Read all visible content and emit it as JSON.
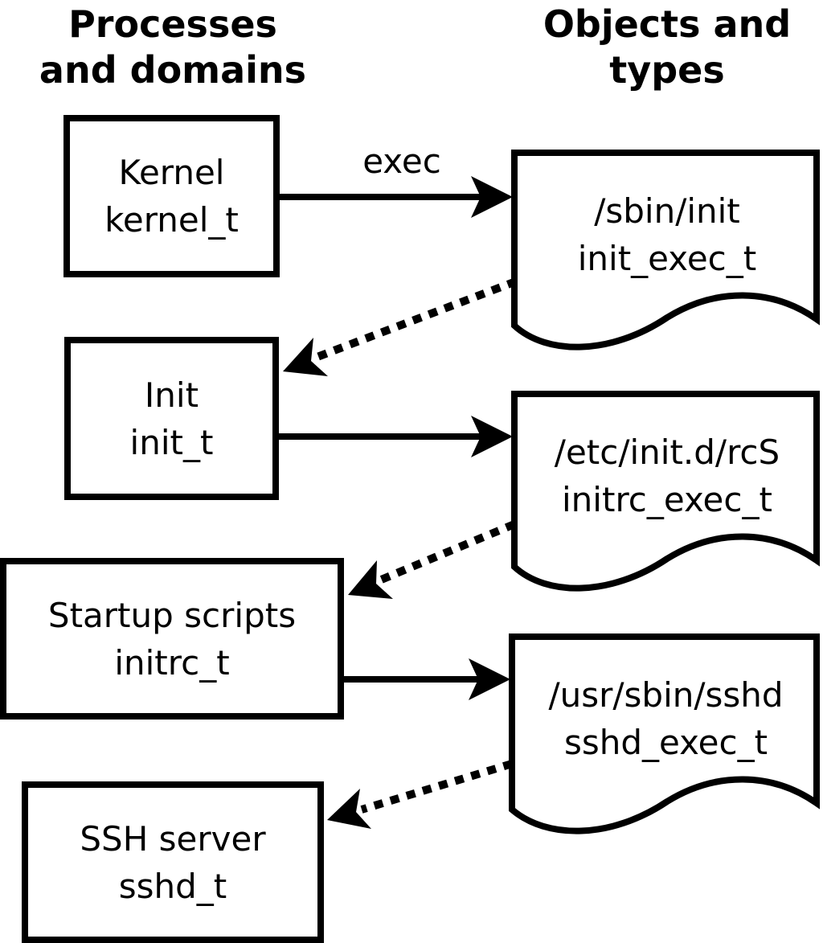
{
  "headers": {
    "left": "Processes\nand domains",
    "right": "Objects and\ntypes"
  },
  "process_boxes": [
    {
      "id": "kernel",
      "name": "Kernel",
      "domain": "kernel_t",
      "label": "Kernel\nkernel_t"
    },
    {
      "id": "init",
      "name": "Init",
      "domain": "init_t",
      "label": "Init\ninit_t"
    },
    {
      "id": "startup-scripts",
      "name": "Startup scripts",
      "domain": "initrc_t",
      "label": "Startup scripts\ninitrc_t"
    },
    {
      "id": "ssh-server",
      "name": "SSH server",
      "domain": "sshd_t",
      "label": "SSH server\nsshd_t"
    }
  ],
  "object_docs": [
    {
      "id": "sbin-init",
      "path": "/sbin/init",
      "type": "init_exec_t",
      "label": "/sbin/init\ninit_exec_t"
    },
    {
      "id": "etc-initd-rcs",
      "path": "/etc/init.d/rcS",
      "type": "initrc_exec_t",
      "label": "/etc/init.d/rcS\ninitrc_exec_t"
    },
    {
      "id": "usr-sbin-sshd",
      "path": "/usr/sbin/sshd",
      "type": "sshd_exec_t",
      "label": "/usr/sbin/sshd\nsshd_exec_t"
    }
  ],
  "edge_labels": {
    "exec": "exec"
  },
  "colors": {
    "stroke": "#000000",
    "fill": "#ffffff"
  }
}
